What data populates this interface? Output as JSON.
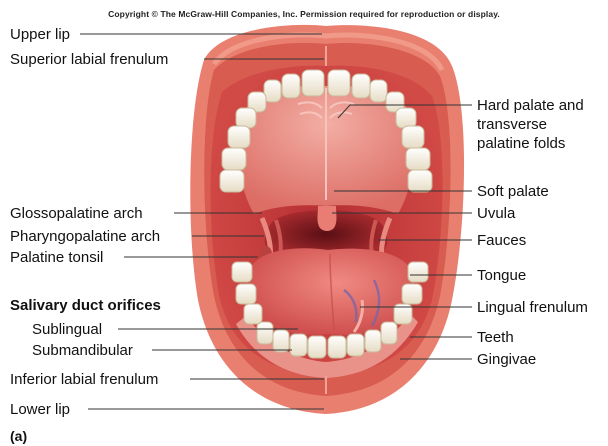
{
  "copyright": "Copyright © The McGraw-Hill Companies, Inc. Permission required for reproduction or display.",
  "labels_left": {
    "upper_lip": "Upper lip",
    "superior_labial_frenulum": "Superior labial frenulum",
    "glossopalatine_arch": "Glossopalatine arch",
    "pharyngopalatine_arch": "Pharyngopalatine arch",
    "palatine_tonsil": "Palatine tonsil",
    "salivary_duct_orifices": "Salivary duct orifices",
    "sublingual": "Sublingual",
    "submandibular": "Submandibular",
    "inferior_labial_frenulum": "Inferior labial frenulum",
    "lower_lip": "Lower lip"
  },
  "labels_right": {
    "hard_palate_1": "Hard palate and",
    "hard_palate_2": "transverse",
    "hard_palate_3": "palatine folds",
    "soft_palate": "Soft palate",
    "uvula": "Uvula",
    "fauces": "Fauces",
    "tongue": "Tongue",
    "lingual_frenulum": "Lingual frenulum",
    "teeth": "Teeth",
    "gingivae": "Gingivae"
  },
  "figure_label": "(a)",
  "colors": {
    "lip": "#e9806f",
    "lip_inner": "#d85c50",
    "mouth_interior": "#c73a3c",
    "palate": "#e98a80",
    "throat": "#8a1e22",
    "tongue": "#e26a66",
    "tooth": "#f7f1e1",
    "gum": "#e9928a",
    "leader_line": "#333333"
  }
}
